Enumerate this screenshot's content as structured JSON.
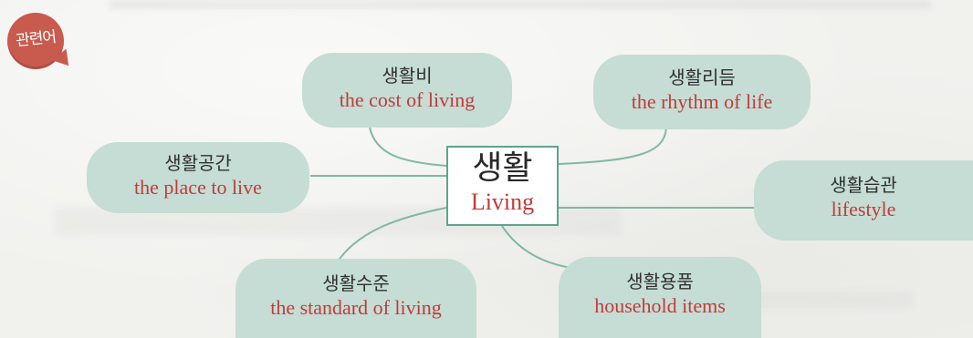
{
  "badge": {
    "label": "관련어"
  },
  "center": {
    "korean": "생활",
    "english": "Living"
  },
  "terms": [
    {
      "korean": "생활비",
      "english": "the cost of living"
    },
    {
      "korean": "생활리듬",
      "english": "the rhythm of life"
    },
    {
      "korean": "생활공간",
      "english": "the place to live"
    },
    {
      "korean": "생활습관",
      "english": "lifestyle"
    },
    {
      "korean": "생활수준",
      "english": "the standard of living"
    },
    {
      "korean": "생활용품",
      "english": "household items"
    }
  ],
  "colors": {
    "badge": "#c85a4e",
    "bubble": "#c5ddd4",
    "connector": "#7fb8a3",
    "center_border": "#5aa58c",
    "english_text": "#c23a3a"
  }
}
